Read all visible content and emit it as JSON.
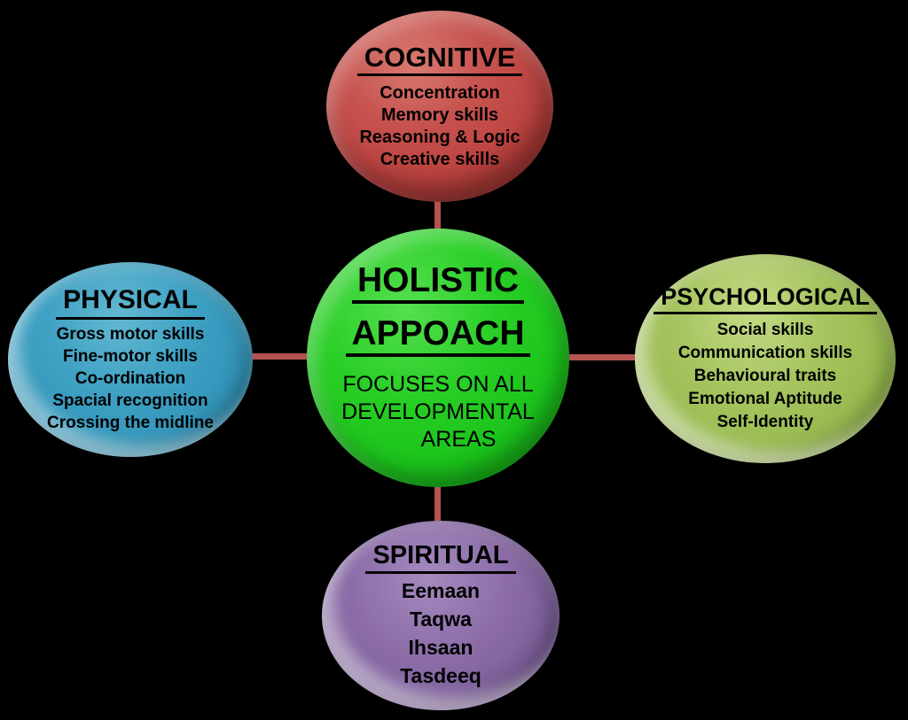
{
  "diagram_title": "Holistic Approach development areas diagram",
  "colors": {
    "background": "#000000",
    "connector": "#B5534F",
    "text": "#000000",
    "cognitive_fill": "#BC413E",
    "physical_fill": "#3598BC",
    "psychological_fill": "#9DBE53",
    "spiritual_fill": "#80619F",
    "holistic_fill": "#1FC41F"
  },
  "center": {
    "title_lines": [
      "HOLISTIC",
      "APPOACH"
    ],
    "subtitle_lines": [
      "FOCUSES ON ALL",
      "DEVELOPMENTAL",
      "AREAS"
    ]
  },
  "nodes": {
    "cognitive": {
      "title": "COGNITIVE",
      "items": [
        "Concentration",
        "Memory skills",
        "Reasoning & Logic",
        "Creative skills"
      ]
    },
    "physical": {
      "title": "PHYSICAL",
      "items": [
        "Gross motor skills",
        "Fine-motor skills",
        "Co-ordination",
        "Spacial recognition",
        "Crossing the midline"
      ]
    },
    "psychological": {
      "title": "PSYCHOLOGICAL",
      "items": [
        "Social skills",
        "Communication skills",
        "Behavioural traits",
        "Emotional Aptitude",
        "Self-Identity"
      ]
    },
    "spiritual": {
      "title": "SPIRITUAL",
      "items": [
        "Eemaan",
        "Taqwa",
        "Ihsaan",
        "Tasdeeq"
      ]
    }
  }
}
